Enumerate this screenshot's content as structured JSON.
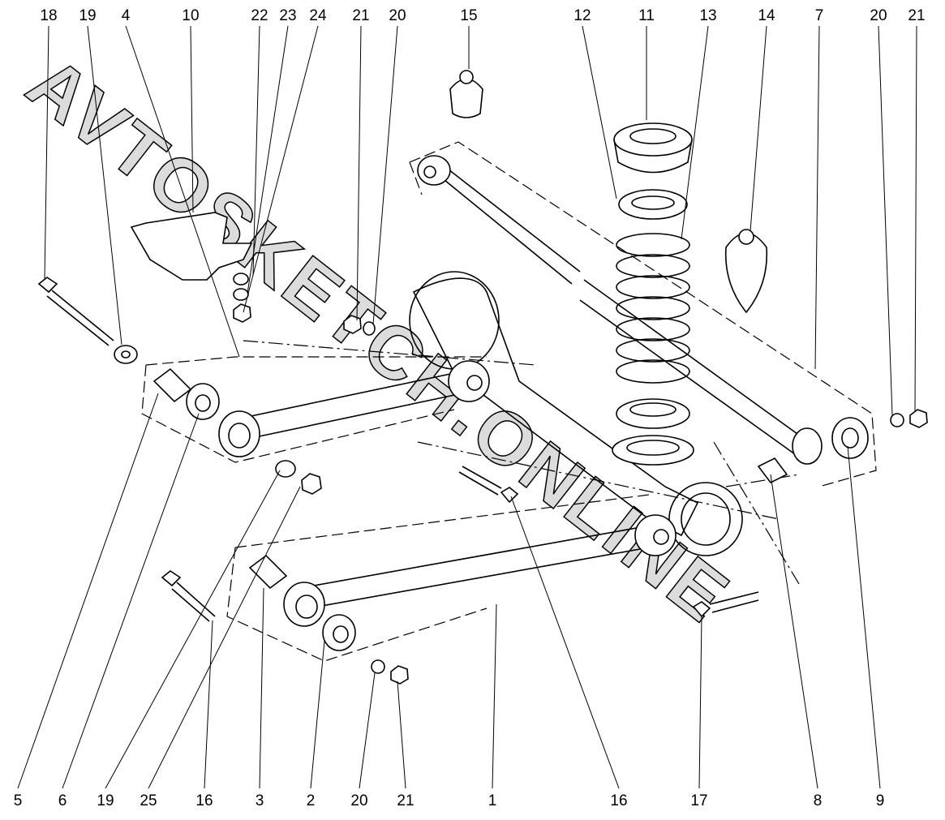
{
  "diagram": {
    "title": "Rear suspension exploded view",
    "watermark": "AVTOSKETCH.ONLINE",
    "top_labels": [
      "18",
      "19",
      "4",
      "10",
      "22",
      "23",
      "24",
      "21",
      "20",
      "15",
      "12",
      "11",
      "13",
      "14",
      "7",
      "20",
      "21"
    ],
    "bottom_labels": [
      "5",
      "6",
      "19",
      "25",
      "16",
      "3",
      "2",
      "20",
      "21",
      "1",
      "16",
      "17",
      "8",
      "9"
    ],
    "line_color": "#000000",
    "background": "#ffffff"
  }
}
